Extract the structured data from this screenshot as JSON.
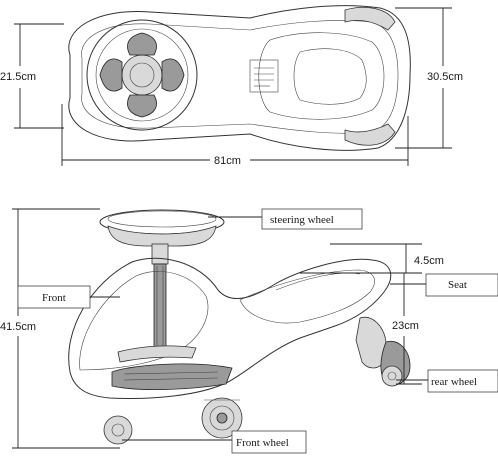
{
  "top_view": {
    "width_label": "21.5cm",
    "length_label": "81cm",
    "overall_width_label": "30.5cm"
  },
  "side_view": {
    "height_label": "41.5cm",
    "handle_gap_label": "4.5cm",
    "seat_height_label": "23cm"
  },
  "callouts": {
    "steering_wheel": "steering wheel",
    "front": "Front",
    "seat": "Seat",
    "rear_wheel": "rear wheel",
    "front_wheel": "Front wheel"
  }
}
